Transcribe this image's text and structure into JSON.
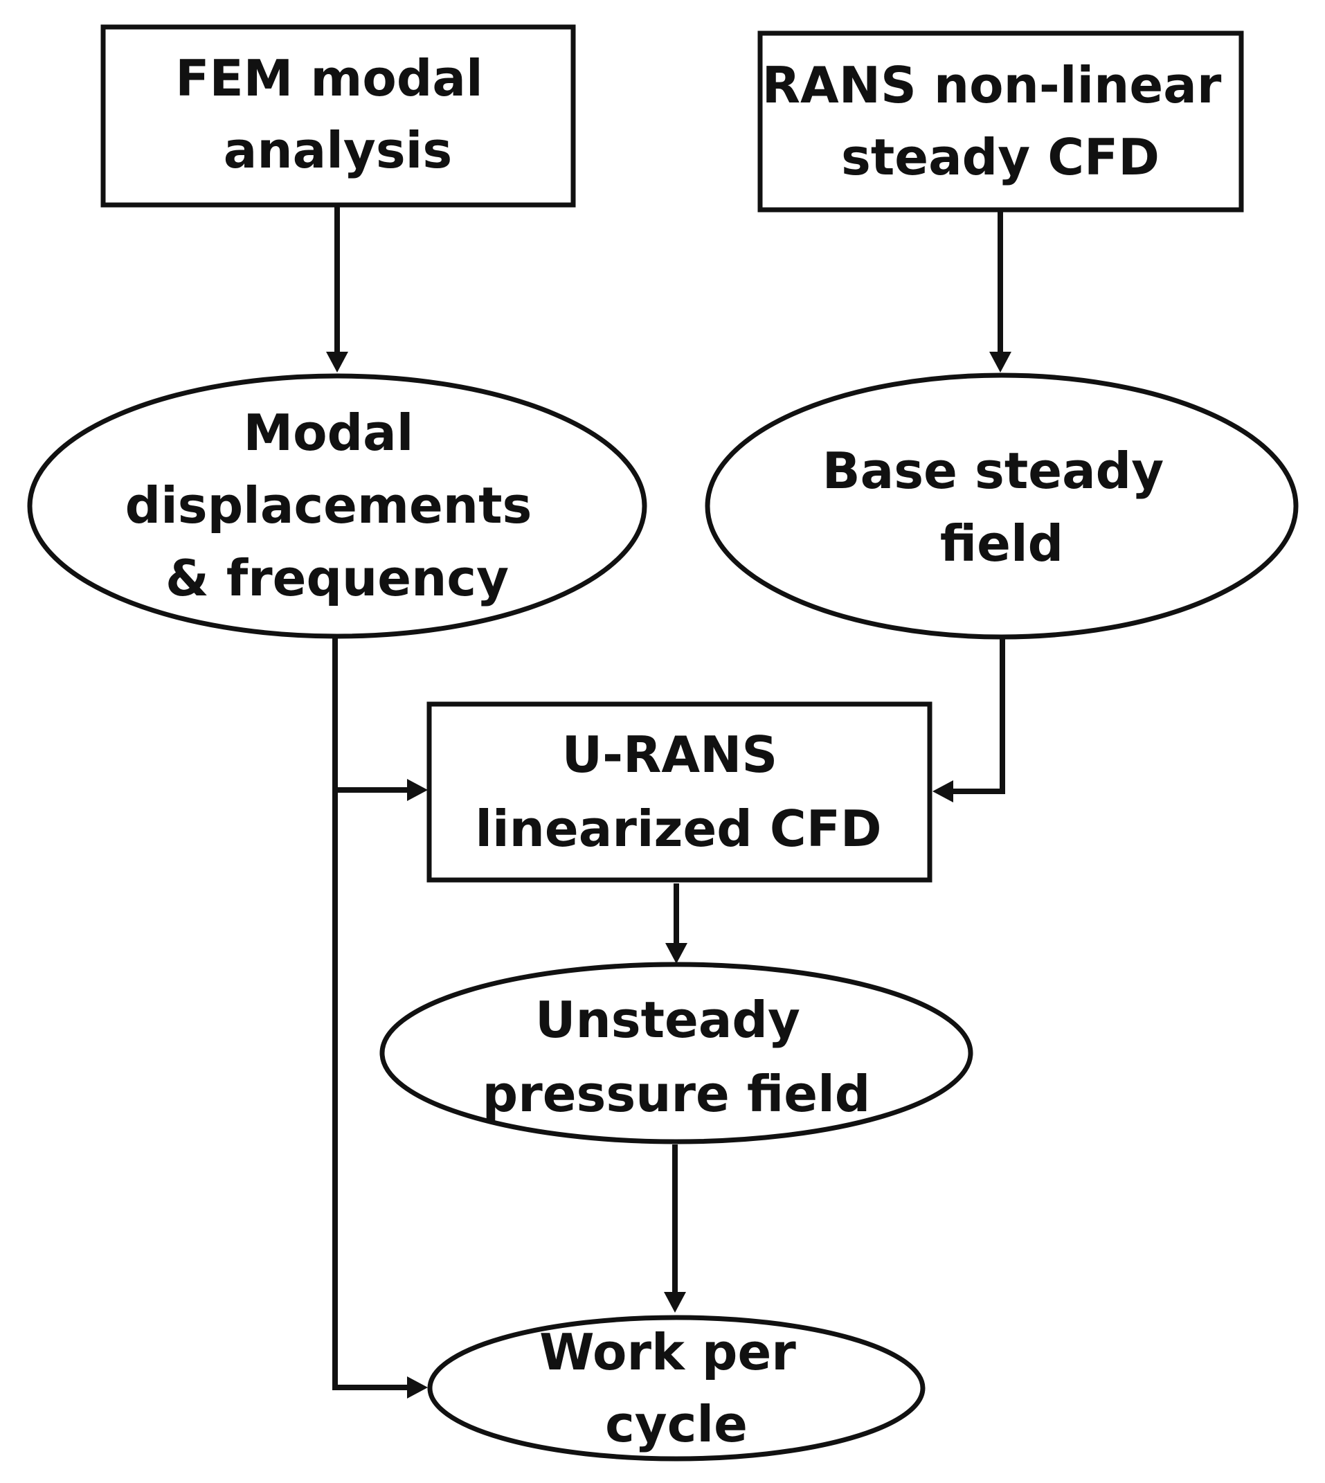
{
  "colors": {
    "stroke": "#111111",
    "background": "#ffffff"
  },
  "nodes": {
    "fem_modal_analysis": {
      "shape": "rectangle",
      "lines": [
        "FEM modal",
        "analysis"
      ]
    },
    "rans_steady_cfd": {
      "shape": "rectangle",
      "lines": [
        "RANS non-linear",
        "steady CFD"
      ]
    },
    "modal_displacements": {
      "shape": "ellipse",
      "lines": [
        "Modal",
        "displacements",
        "& frequency"
      ]
    },
    "base_steady_field": {
      "shape": "ellipse",
      "lines": [
        "Base steady",
        "field"
      ]
    },
    "urans_linearized_cfd": {
      "shape": "rectangle",
      "lines": [
        "U-RANS",
        "linearized CFD"
      ]
    },
    "unsteady_pressure_field": {
      "shape": "ellipse",
      "lines": [
        "Unsteady",
        "pressure field"
      ]
    },
    "work_per_cycle": {
      "shape": "ellipse",
      "lines": [
        "Work per",
        "cycle"
      ]
    }
  },
  "edges": [
    {
      "from": "fem_modal_analysis",
      "to": "modal_displacements"
    },
    {
      "from": "rans_steady_cfd",
      "to": "base_steady_field"
    },
    {
      "from": "modal_displacements",
      "to": "urans_linearized_cfd"
    },
    {
      "from": "base_steady_field",
      "to": "urans_linearized_cfd"
    },
    {
      "from": "urans_linearized_cfd",
      "to": "unsteady_pressure_field"
    },
    {
      "from": "unsteady_pressure_field",
      "to": "work_per_cycle"
    },
    {
      "from": "modal_displacements",
      "to": "work_per_cycle"
    }
  ]
}
